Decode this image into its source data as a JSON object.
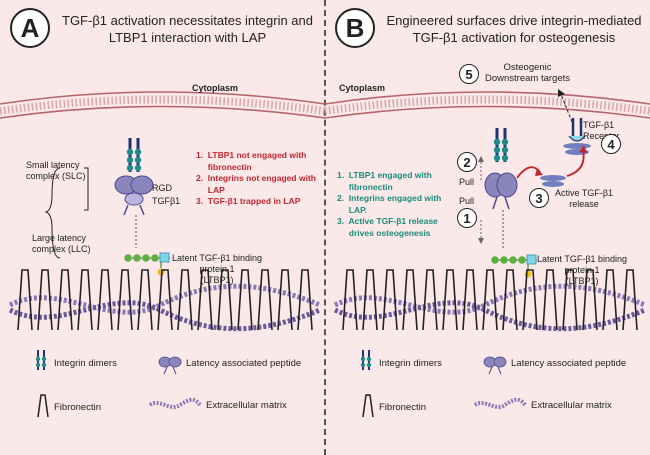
{
  "panel_a": {
    "badge": "A",
    "title_line1": "TGF-β1 activation necessitates integrin and",
    "title_line2": "LTBP1 interaction with LAP",
    "cytoplasm": "Cytoplasm",
    "slc_line1": "Small latency",
    "slc_line2": "complex (SLC)",
    "llc_line1": "Large latency",
    "llc_line2": "complex (LLC)",
    "rgd": "RGD",
    "tgfb1": "TGFβ1",
    "ltbp1_line1": "Latent TGF-β1 binding",
    "ltbp1_line2": "protein 1",
    "ltbp1_line3": "(LTBP1)",
    "points": [
      "1.  LTBP1 not engaged with",
      "     fibronectin",
      "2.  Integrins not engaged with",
      "     LAP",
      "3.  TGF-β1 trapped in LAP"
    ]
  },
  "panel_b": {
    "badge": "B",
    "title_line1": "Engineered surfaces drive integrin-mediated",
    "title_line2": "TGF-β1 activation for osteogenesis",
    "cytoplasm": "Cytoplasm",
    "step5_num": "5",
    "osteogenic_line1": "Osteogenic",
    "osteogenic_line2": "Downstream targets",
    "receptor": "TGF-β1 Receptor",
    "step4_num": "4",
    "step2_num": "2",
    "step3_num": "3",
    "step1_num": "1",
    "pull_top": "Pull",
    "pull_bottom": "Pull",
    "active_line1": "Active TGF-β1",
    "active_line2": "release",
    "ltbp1_line1": "Latent TGF-β1 binding",
    "ltbp1_line2": "protein 1",
    "ltbp1_line3": "(LTBP1)",
    "points": [
      "1.  LTBP1 engaged with",
      "     fibronectin",
      "2.  Integrins engaged with",
      "     LAP.",
      "3.  Active TGF-β1 release",
      "     drives osteogenesis"
    ]
  },
  "legend": {
    "integrin": "Integrin dimers",
    "lap": "Latency associated peptide",
    "fibronectin": "Fibronectin",
    "ecm": "Extracellular matrix"
  },
  "colors": {
    "background": "#fbe9ea",
    "membrane": "#b5656a",
    "integrin_teal": "#1d8c8a",
    "integrin_dark": "#21336e",
    "lap_purple": "#8a86bd",
    "ltbp1_green": "#5fb043",
    "ecm_purple": "#8a78b8",
    "red_text": "#c0262d",
    "teal_text": "#1a8a7a"
  }
}
